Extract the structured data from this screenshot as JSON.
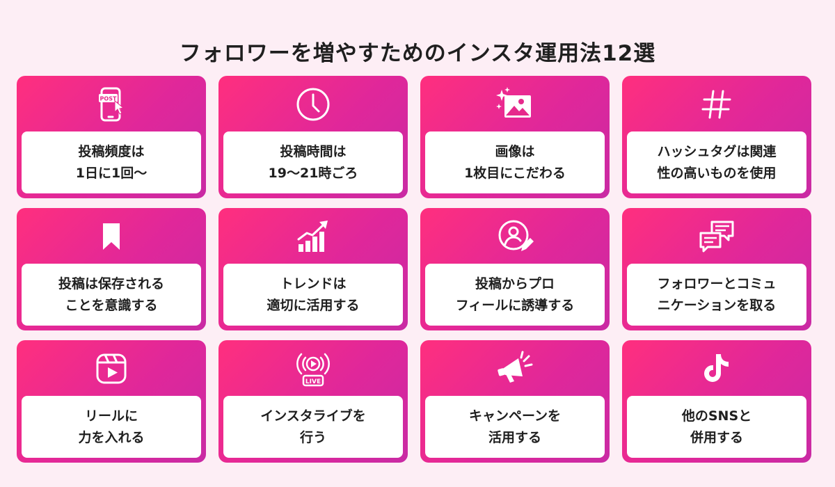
{
  "title": "フォロワーを増やすためのインスタ運用法12選",
  "colors": {
    "background": "#fdeef5",
    "card_gradient_start": "#ff2f7e",
    "card_gradient_end": "#c92aa4",
    "text": "#1f1f1f"
  },
  "cards": [
    {
      "icon": "smartphone-post-icon",
      "icon_text": "POST",
      "lines": [
        "投稿頻度は",
        "1日に1回〜"
      ]
    },
    {
      "icon": "clock-icon",
      "lines": [
        "投稿時間は",
        "19〜21時ごろ"
      ]
    },
    {
      "icon": "image-sparkle-icon",
      "lines": [
        "画像は",
        "1枚目にこだわる"
      ]
    },
    {
      "icon": "hashtag-icon",
      "lines": [
        "ハッシュタグは関連",
        "性の高いものを使用"
      ]
    },
    {
      "icon": "bookmark-icon",
      "lines": [
        "投稿は保存される",
        "ことを意識する"
      ]
    },
    {
      "icon": "trend-chart-icon",
      "lines": [
        "トレンドは",
        "適切に活用する"
      ]
    },
    {
      "icon": "profile-edit-icon",
      "lines": [
        "投稿からプロ",
        "フィールに誘導する"
      ]
    },
    {
      "icon": "chat-bubbles-icon",
      "lines": [
        "フォロワーとコミュ",
        "ニケーションを取る"
      ]
    },
    {
      "icon": "reels-icon",
      "lines": [
        "リールに",
        "力を入れる"
      ]
    },
    {
      "icon": "live-icon",
      "icon_text": "LIVE",
      "lines": [
        "インスタライブを",
        "行う"
      ]
    },
    {
      "icon": "megaphone-icon",
      "lines": [
        "キャンペーンを",
        "活用する"
      ]
    },
    {
      "icon": "tiktok-icon",
      "lines": [
        "他のSNSと",
        "併用する"
      ]
    }
  ]
}
